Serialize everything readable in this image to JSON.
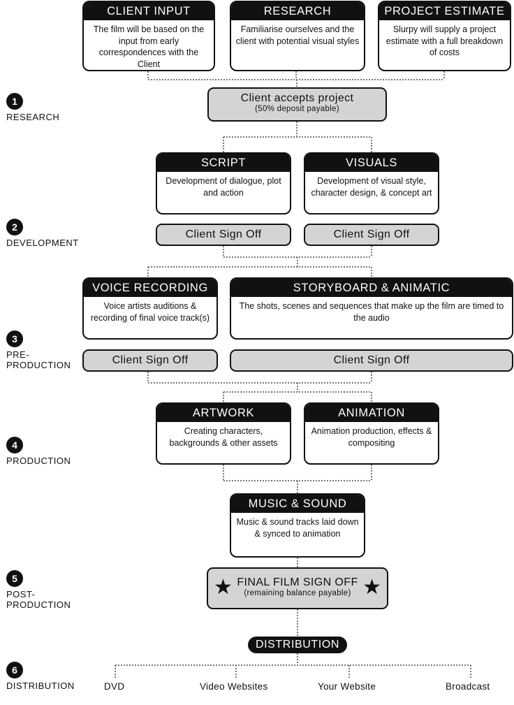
{
  "top": {
    "client_input": {
      "title": "CLIENT INPUT",
      "body": "The film will be based on the input from early correspondences with the Client"
    },
    "research": {
      "title": "RESEARCH",
      "body": "Familiarise ourselves and the client with potential visual styles"
    },
    "project_estimate": {
      "title": "PROJECT ESTIMATE",
      "body": "Slurpy will supply a project estimate with a full breakdown of costs"
    }
  },
  "accept": {
    "title": "Client accepts project",
    "sub": "(50% deposit payable)"
  },
  "development": {
    "script": {
      "title": "SCRIPT",
      "body": "Development of dialogue, plot and action"
    },
    "visuals": {
      "title": "VISUALS",
      "body": "Development of visual style, character design, & concept art"
    },
    "signoff_script": "Client Sign Off",
    "signoff_visuals": "Client Sign Off"
  },
  "preproduction": {
    "voice": {
      "title": "VOICE RECORDING",
      "body": "Voice artists auditions & recording of final voice track(s)"
    },
    "storyboard": {
      "title": "STORYBOARD & ANIMATIC",
      "body": "The shots, scenes and sequences that make up the film are timed to the audio"
    },
    "signoff_voice": "Client Sign Off",
    "signoff_storyboard": "Client Sign Off"
  },
  "production": {
    "artwork": {
      "title": "ARTWORK",
      "body": "Creating characters, backgrounds & other assets"
    },
    "animation": {
      "title": "ANIMATION",
      "body": "Animation production, effects & compositing"
    }
  },
  "music": {
    "title": "MUSIC & SOUND",
    "body": "Music & sound tracks laid down & synced to animation"
  },
  "final": {
    "title": "FINAL FILM SIGN OFF",
    "sub": "(remaining balance payable)",
    "star_icon": "★"
  },
  "distribution": {
    "title": "DISTRIBUTION",
    "outlets": [
      "DVD",
      "Video Websites",
      "Your Website",
      "Broadcast"
    ]
  },
  "stages": [
    {
      "num": "1",
      "label": "RESEARCH"
    },
    {
      "num": "2",
      "label": "DEVELOPMENT"
    },
    {
      "num": "3",
      "label": "PRE-PRODUCTION"
    },
    {
      "num": "4",
      "label": "PRODUCTION"
    },
    {
      "num": "5",
      "label": "POST-PRODUCTION"
    },
    {
      "num": "6",
      "label": "DISTRIBUTION"
    }
  ],
  "colors": {
    "ink": "#111111",
    "pill_fill": "#d4d4d4",
    "connector": "#777777"
  }
}
